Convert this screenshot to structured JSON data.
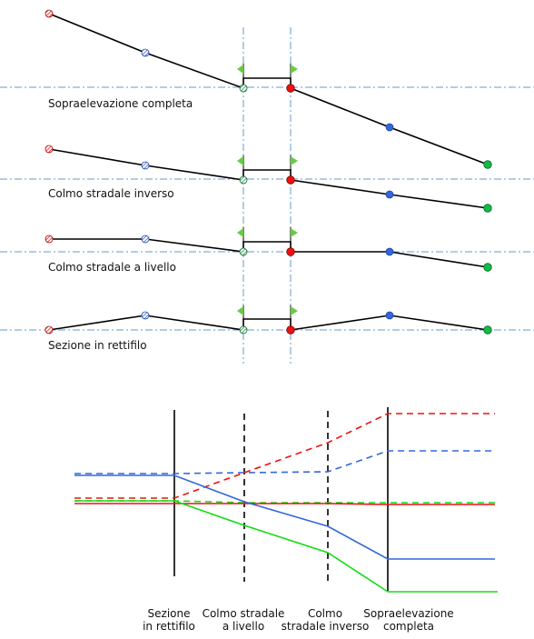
{
  "top_diagram": {
    "sections": [
      {
        "label": "Sopraelevazione completa"
      },
      {
        "label": "Colmo stradale inverso"
      },
      {
        "label": "Colmo stradale a livello"
      },
      {
        "label": "Sezione in rettifilo"
      }
    ]
  },
  "bottom_diagram": {
    "stages": [
      {
        "line1": "Sezione",
        "line2": "in rettifilo"
      },
      {
        "line1": "Colmo stradale",
        "line2": "a livello"
      },
      {
        "line1": "Colmo",
        "line2": "stradale inverso"
      },
      {
        "line1": "Sopraelevazione",
        "line2": "completa"
      }
    ]
  },
  "colors": {
    "red": "#ee1111",
    "blue": "#3366dd",
    "green": "#11dd11",
    "axis": "#6699cc",
    "flag": "#66cc44",
    "black": "#000000"
  }
}
